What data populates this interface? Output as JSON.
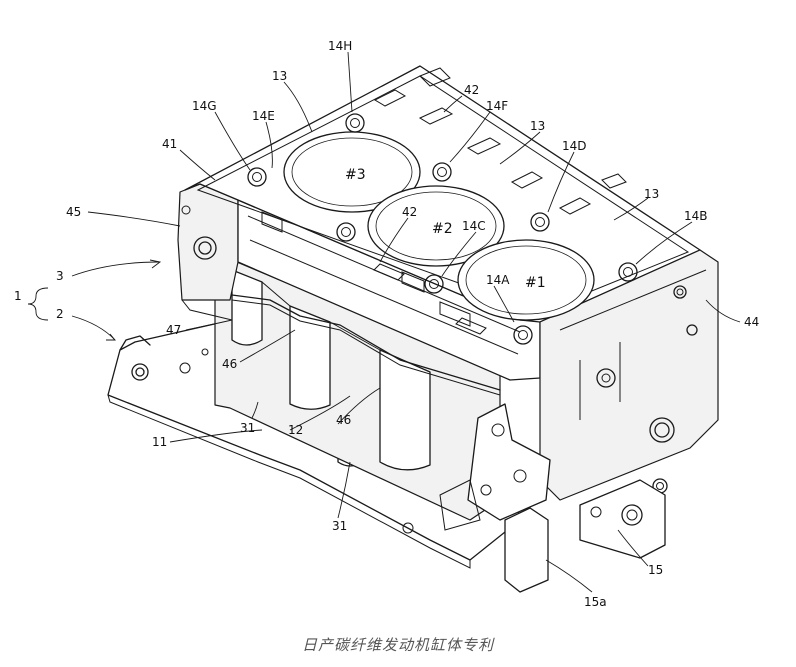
{
  "caption": "日产碳纤维发动机缸体专利",
  "bores": [
    "#1",
    "#2",
    "#3"
  ],
  "labels": {
    "l1": "1",
    "l2": "2",
    "l3": "3",
    "l11": "11",
    "l12": "12",
    "l13a": "13",
    "l13b": "13",
    "l13c": "13",
    "l14A": "14A",
    "l14B": "14B",
    "l14C": "14C",
    "l14D": "14D",
    "l14E": "14E",
    "l14F": "14F",
    "l14G": "14G",
    "l14H": "14H",
    "l15": "15",
    "l15a": "15a",
    "l31a": "31",
    "l31b": "31",
    "l41": "41",
    "l42a": "42",
    "l42b": "42",
    "l44": "44",
    "l45": "45",
    "l46a": "46",
    "l46b": "46",
    "l47": "47"
  }
}
